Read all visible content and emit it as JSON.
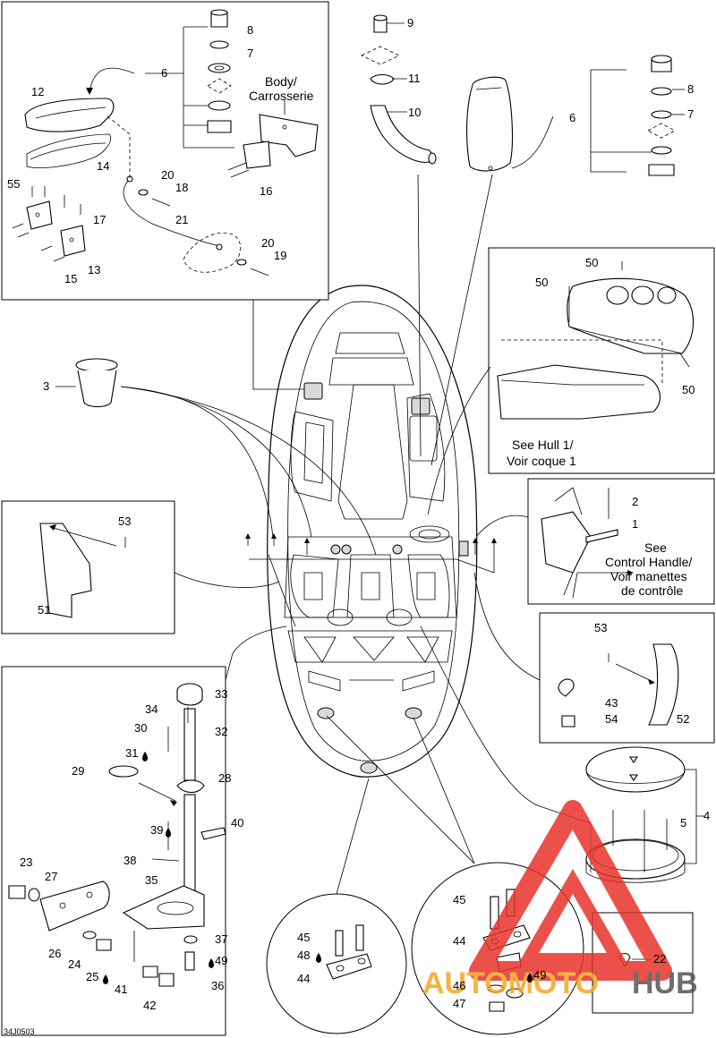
{
  "watermark": {
    "brand_a": "AUTOMOTO",
    "brand_b": "HUB",
    "color_triangle": "#e8332b",
    "color_brand_a": "#f5a623",
    "color_brand_b": "#555555"
  },
  "figure_code": "34J0503",
  "texts": {
    "body": "Body/",
    "carrosserie": "Carrosserie",
    "see_hull_1": "See Hull 1/",
    "voir_coque_1": "Voir coque 1",
    "see": "See",
    "control_handle": "Control Handle/",
    "voir_manettes": "Voir manettes",
    "de_controle": "de contrôle"
  },
  "callouts": {
    "c1": "1",
    "c2": "2",
    "c3": "3",
    "c4": "4",
    "c5": "5",
    "c6a": "6",
    "c6b": "6",
    "c7a": "7",
    "c7b": "7",
    "c8a": "8",
    "c8b": "8",
    "c9": "9",
    "c10": "10",
    "c11": "11",
    "c12": "12",
    "c13": "13",
    "c14": "14",
    "c15": "15",
    "c16": "16",
    "c17": "17",
    "c18": "18",
    "c19": "19",
    "c20a": "20",
    "c20b": "20",
    "c21": "21",
    "c22": "22",
    "c23": "23",
    "c24": "24",
    "c25": "25",
    "c26": "26",
    "c27": "27",
    "c28": "28",
    "c29": "29",
    "c30": "30",
    "c31": "31",
    "c32": "32",
    "c33": "33",
    "c34": "34",
    "c35": "35",
    "c36": "36",
    "c37": "37",
    "c38": "38",
    "c39": "39",
    "c40": "40",
    "c41": "41",
    "c42": "42",
    "c43": "43",
    "c44a": "44",
    "c44b": "44",
    "c45a": "45",
    "c45b": "45",
    "c46": "46",
    "c47": "47",
    "c48": "48",
    "c49a": "49",
    "c49b": "49",
    "c50a": "50",
    "c50b": "50",
    "c50c": "50",
    "c51": "51",
    "c52": "52",
    "c53a": "53",
    "c53b": "53",
    "c54": "54",
    "c55": "55"
  }
}
